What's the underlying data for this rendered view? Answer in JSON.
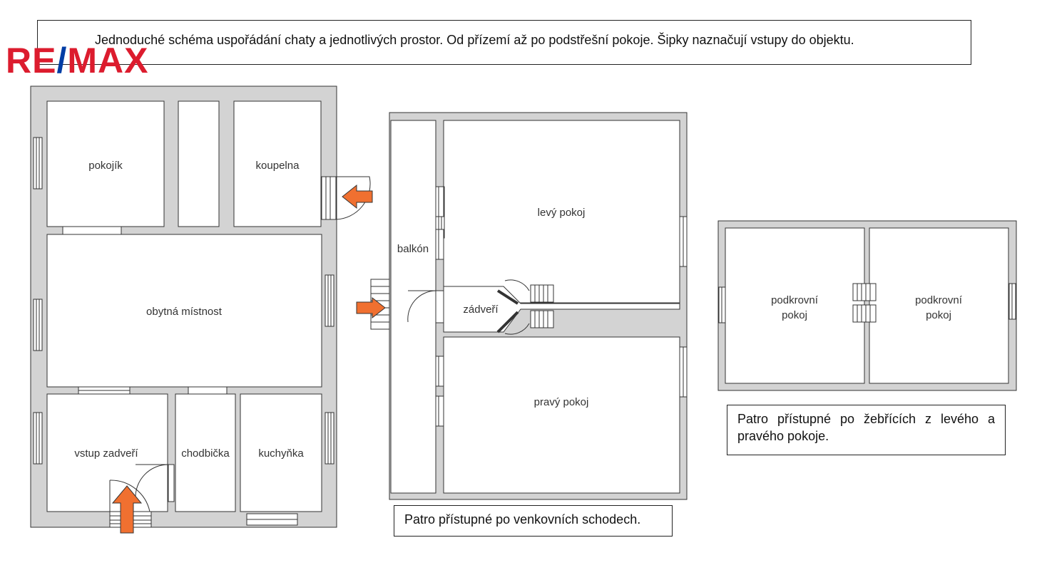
{
  "logo": {
    "re": "RE",
    "slash": "/",
    "max": "MAX"
  },
  "captions": {
    "top": "Jednoduché schéma uspořádání chaty a jednotlivých prostor. Od přízemí až po podstřešní pokoje. Šipky naznačují vstupy do objektu.",
    "middle": "Patro přístupné po venkovních schodech.",
    "right": "Patro přístupné po žebřících z levého a pravého pokoje."
  },
  "rooms": {
    "pokojik": "pokojík",
    "koupelna": "koupelna",
    "obytna": "obytná místnost",
    "vstup": "vstup zadveří",
    "chodbicka": "chodbička",
    "kuchynka": "kuchyňka",
    "balkon": "balkón",
    "levy": "levý pokoj",
    "zadveri": "zádveří",
    "pravy": "pravý pokoj",
    "podkrovni_line1": "podkrovní",
    "podkrovni_line2": "pokoj"
  },
  "colors": {
    "wall": "#d3d3d3",
    "outline": "#333333",
    "arrow": "#f07030",
    "logo_red": "#dc1c2e",
    "logo_blue": "#003da5"
  }
}
